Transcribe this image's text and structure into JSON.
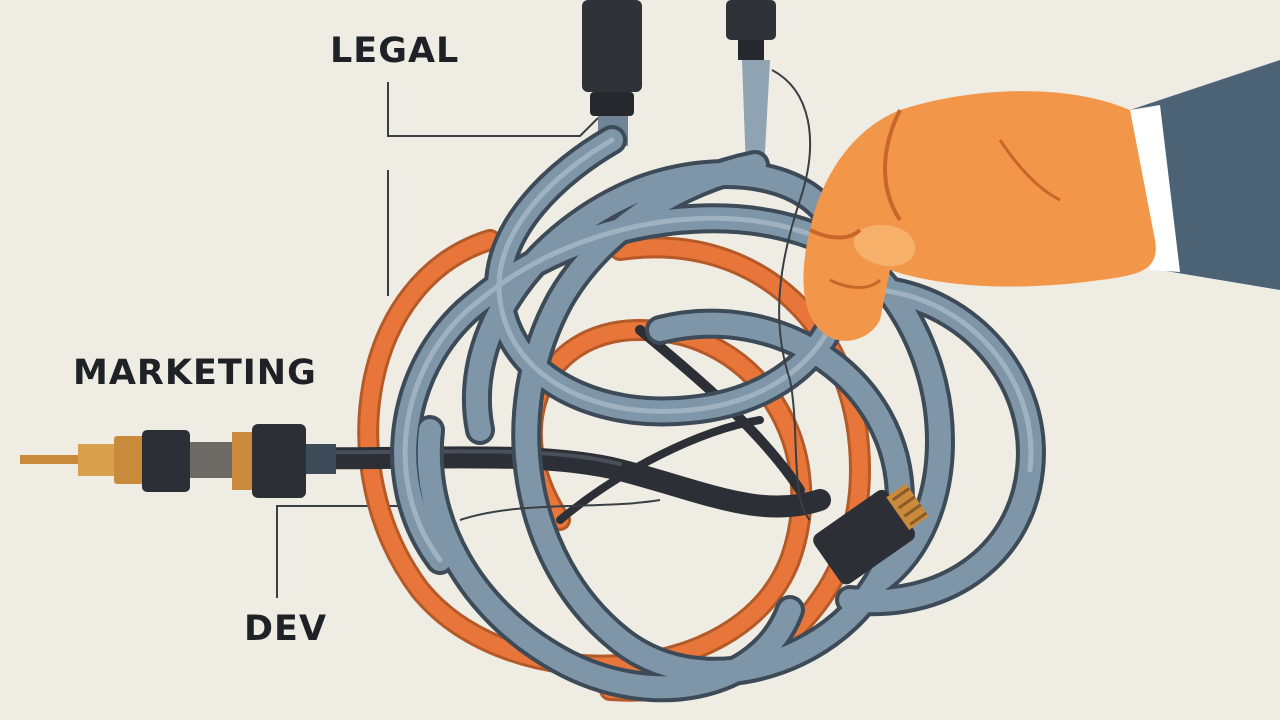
{
  "labels": {
    "legal": "LEGAL",
    "marketing": "MARKETING",
    "dev": "DEV"
  },
  "colors": {
    "background": "#efece4",
    "cable_blue": "#7f96a8",
    "cable_blue_dark": "#3d4b58",
    "cable_orange": "#e8753a",
    "cable_black": "#2c3036",
    "skin": "#f2964a",
    "skin_shadow": "#c9672a",
    "sleeve": "#4c6375",
    "connector_gold": "#c98a3c",
    "label_text": "#1e2226"
  },
  "icons": [
    "coax-connector-icon",
    "rj45-plug-icon",
    "hand-icon"
  ]
}
